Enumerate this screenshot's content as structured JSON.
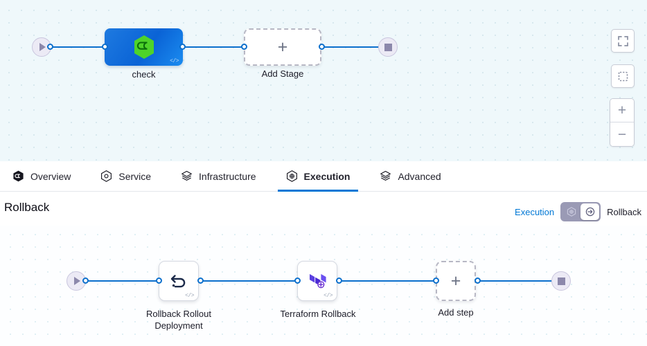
{
  "pipeline_canvas": {
    "start_node": {
      "icon": "play-icon"
    },
    "end_node": {
      "icon": "stop-icon"
    },
    "stages": [
      {
        "label": "check",
        "icon": "harness-hexagon-icon",
        "badge": "</>",
        "type": "stage"
      },
      {
        "label": "Add Stage",
        "icon": "plus-icon",
        "type": "add"
      }
    ]
  },
  "view_controls": [
    {
      "name": "fit-to-screen-button",
      "icon": "expand-icon"
    },
    {
      "name": "zoom-to-selection-button",
      "icon": "dashed-square-icon"
    },
    {
      "name": "zoom-in-button",
      "icon": "plus-icon",
      "glyph": "+"
    },
    {
      "name": "zoom-out-button",
      "icon": "minus-icon",
      "glyph": "−"
    }
  ],
  "tabs": [
    {
      "label": "Overview",
      "icon": "harness-hexagon-icon",
      "active": false
    },
    {
      "label": "Service",
      "icon": "service-hexagon-icon",
      "active": false
    },
    {
      "label": "Infrastructure",
      "icon": "infrastructure-layers-icon",
      "active": false
    },
    {
      "label": "Execution",
      "icon": "execution-hexagon-icon",
      "active": true
    },
    {
      "label": "Advanced",
      "icon": "advanced-layers-icon",
      "active": false
    }
  ],
  "rollback_section": {
    "title": "Rollback",
    "toggle": {
      "left_label": "Execution",
      "right_label": "Rollback",
      "left_icon": "execution-icon",
      "right_icon": "rollback-arrow-icon",
      "selected": "Rollback"
    },
    "start_node": {
      "icon": "play-icon"
    },
    "end_node": {
      "icon": "stop-icon"
    },
    "steps": [
      {
        "label": "Rollback Rollout Deployment",
        "icon": "undo-arrow-icon",
        "badge": "</>",
        "type": "step"
      },
      {
        "label": "Terraform Rollback",
        "icon": "terraform-icon",
        "badge": "</>",
        "type": "step"
      },
      {
        "label": "Add step",
        "icon": "plus-icon",
        "type": "add"
      }
    ]
  },
  "colors": {
    "edge": "#0b6fcc",
    "accent": "#0278d5",
    "stage_fill": "#0a63d6",
    "canvas_top": "#eff8fb",
    "terminal_fill": "#eceaf5"
  }
}
